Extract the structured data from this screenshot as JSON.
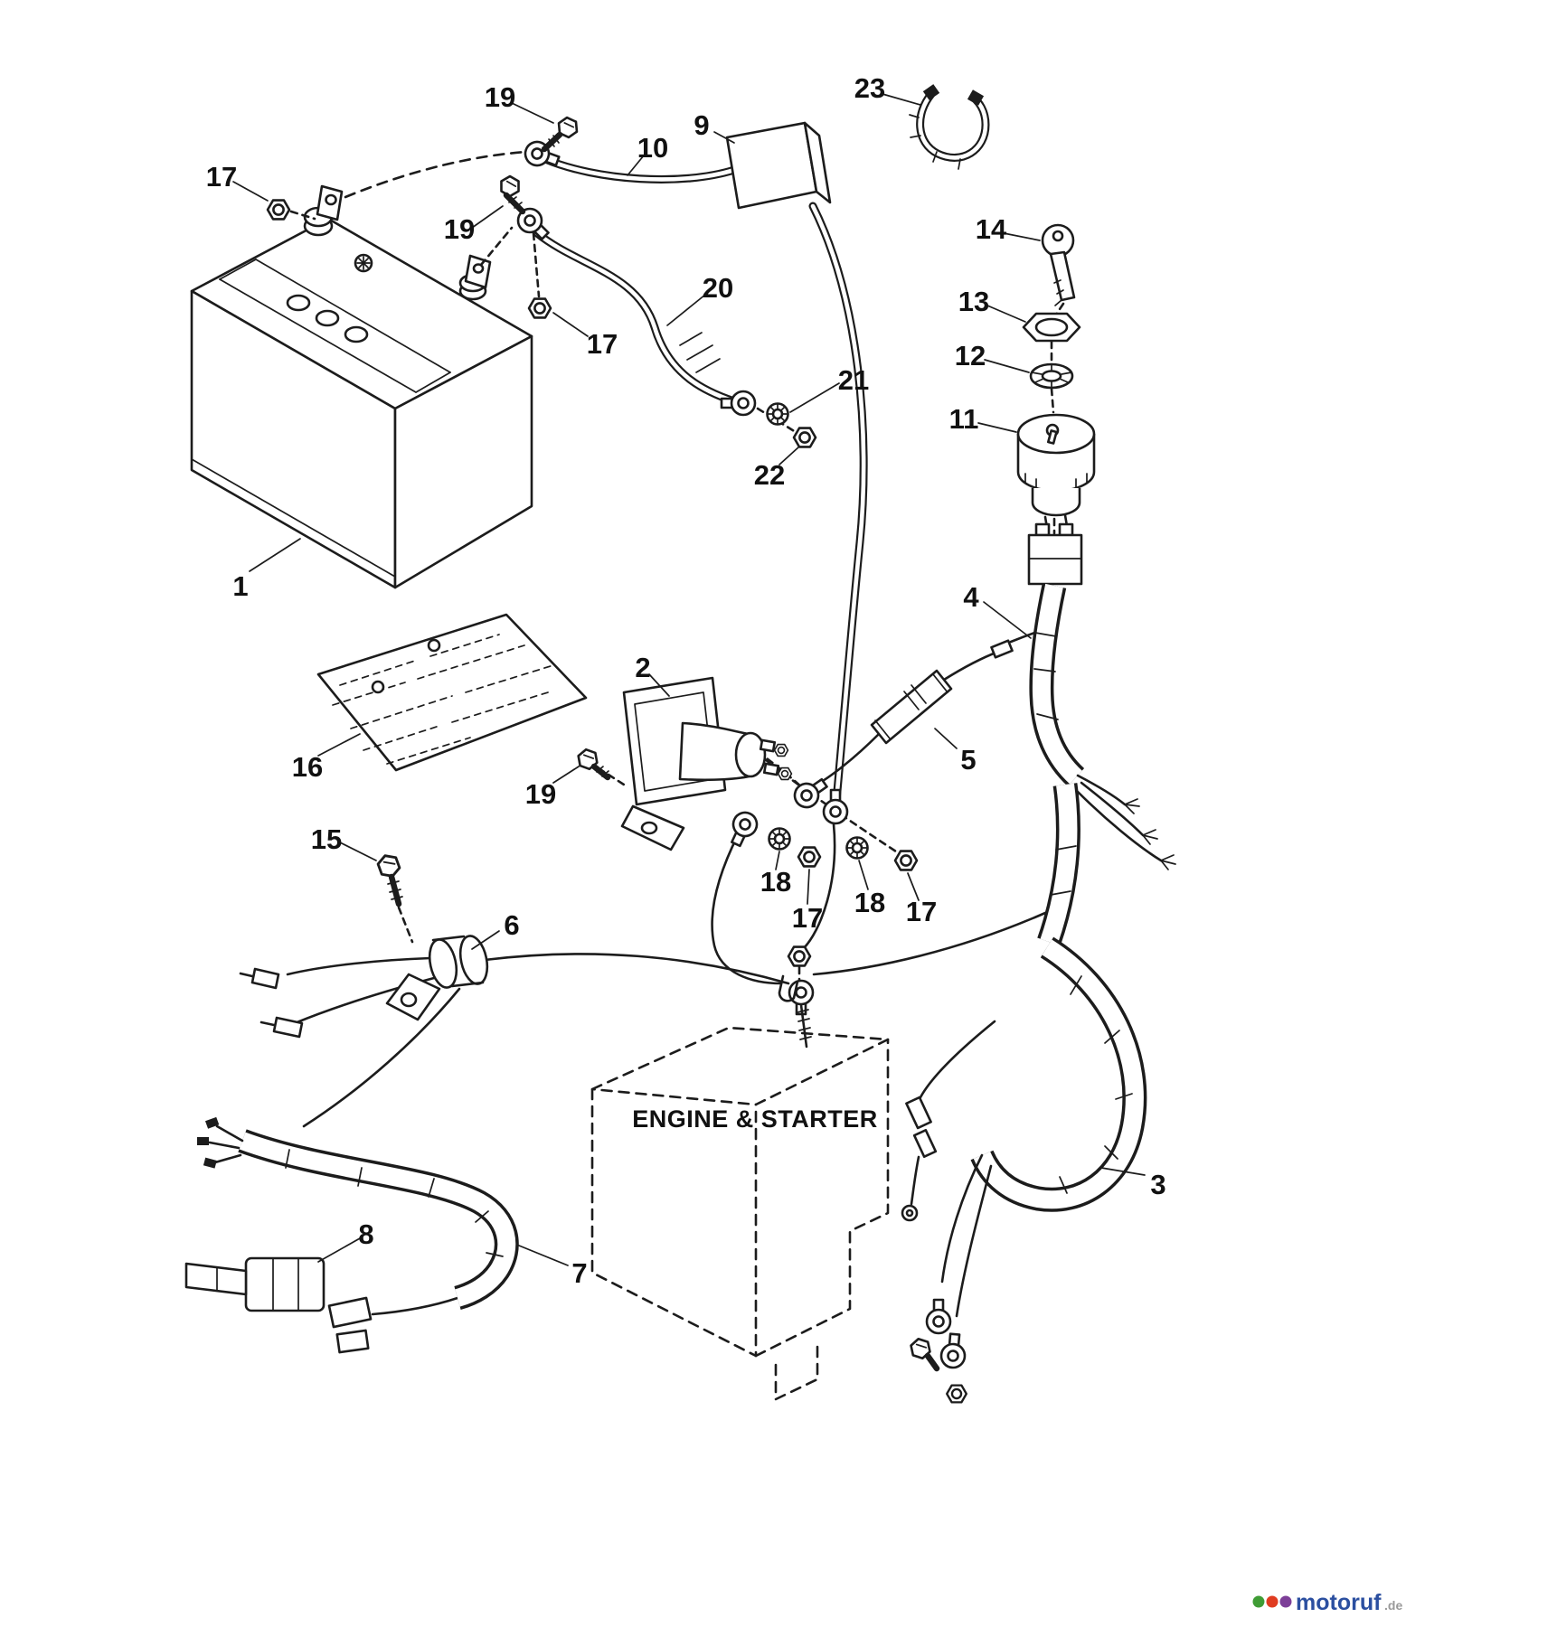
{
  "page": {
    "background": "#ffffff",
    "ink": "#1c1c1c"
  },
  "diagram": {
    "engine_box_label": "ENGINE & STARTER",
    "callouts": [
      {
        "label": "17"
      },
      {
        "label": "19"
      },
      {
        "label": "10"
      },
      {
        "label": "9"
      },
      {
        "label": "23"
      },
      {
        "label": "14"
      },
      {
        "label": "13"
      },
      {
        "label": "12"
      },
      {
        "label": "11"
      },
      {
        "label": "19"
      },
      {
        "label": "20"
      },
      {
        "label": "17"
      },
      {
        "label": "21"
      },
      {
        "label": "22"
      },
      {
        "label": "1"
      },
      {
        "label": "16"
      },
      {
        "label": "2"
      },
      {
        "label": "19"
      },
      {
        "label": "4"
      },
      {
        "label": "5"
      },
      {
        "label": "15"
      },
      {
        "label": "18"
      },
      {
        "label": "17"
      },
      {
        "label": "18"
      },
      {
        "label": "17"
      },
      {
        "label": "6"
      },
      {
        "label": "8"
      },
      {
        "label": "7"
      },
      {
        "label": "3"
      }
    ]
  },
  "watermark": {
    "brand": "motoruf",
    "tld": ".de",
    "colors": {
      "green": "#3f9c35",
      "red": "#e03c20",
      "purple": "#7d3f98",
      "blue": "#2b4fa0",
      "gray": "#9a9a9a"
    }
  }
}
